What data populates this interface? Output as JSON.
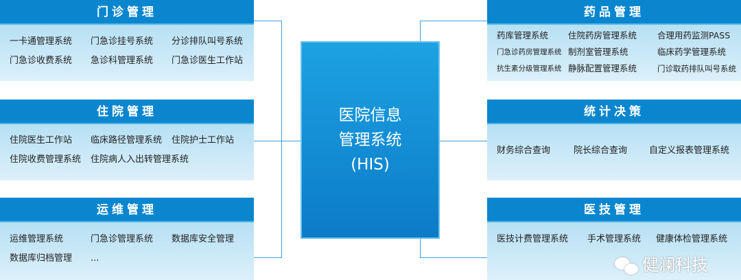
{
  "center": {
    "lines": [
      "医院信息",
      "管理系统",
      "(HIS)"
    ]
  },
  "left": [
    {
      "title": "门诊管理",
      "items": [
        "一卡通管理系统",
        "门急诊挂号系统",
        "分诊排队叫号系统",
        "门急诊收费系统",
        "急诊科管理系统",
        "门急诊医生工作站"
      ]
    },
    {
      "title": "住院管理",
      "items": [
        "住院医生工作站",
        "临床路径管理系统",
        "住院护士工作站",
        "住院收费管理系统",
        "住院病人入出转管理系统"
      ]
    },
    {
      "title": "运维管理",
      "items": [
        "运维管理系统",
        "门急诊管理系统",
        "数据库安全管理",
        "数据库归档管理",
        "..."
      ]
    }
  ],
  "right": [
    {
      "title": "药品管理",
      "items": [
        "药库管理系统",
        "住院药房管理系统",
        "合理用药监测PASS",
        "门急诊药房管理系统",
        "制剂室管理系统",
        "临床药学管理系统",
        "抗生素分级管理系统",
        "静脉配置管理系统",
        "门诊取药排队叫号系统"
      ]
    },
    {
      "title": "统计决策",
      "items": [
        "财务综合查询",
        "院长综合查询",
        "自定义报表管理系统"
      ]
    },
    {
      "title": "医技管理",
      "items": [
        "医技计费管理系统",
        "手术管理系统",
        "健康体检管理系统"
      ]
    }
  ],
  "watermark": "健澜科技"
}
